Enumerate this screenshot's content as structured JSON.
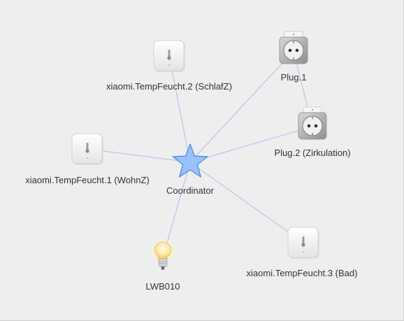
{
  "network": {
    "colors": {
      "background": "#eeeeee",
      "edge": "#b7b9ef",
      "coordinator_fill": "#97c2fc",
      "coordinator_stroke": "#2b7ce9",
      "label": "#333333"
    },
    "nodes": [
      {
        "id": "coordinator",
        "label": "Coordinator",
        "icon": "coordinator-star-icon"
      },
      {
        "id": "temp2",
        "label": "xiaomi.TempFeucht.2 (SchlafZ)",
        "icon": "temperature-sensor-icon"
      },
      {
        "id": "plug1",
        "label": "Plug.1",
        "icon": "smart-plug-icon"
      },
      {
        "id": "plug2",
        "label": "Plug.2 (Zirkulation)",
        "icon": "smart-plug-icon"
      },
      {
        "id": "temp1",
        "label": "xiaomi.TempFeucht.1 (WohnZ)",
        "icon": "temperature-sensor-icon"
      },
      {
        "id": "lwb",
        "label": "LWB010",
        "icon": "light-bulb-icon"
      },
      {
        "id": "temp3",
        "label": "xiaomi.TempFeucht.3 (Bad)",
        "icon": "temperature-sensor-icon"
      }
    ],
    "edges": [
      {
        "from": "coordinator",
        "to": "temp2"
      },
      {
        "from": "coordinator",
        "to": "plug1"
      },
      {
        "from": "coordinator",
        "to": "plug2"
      },
      {
        "from": "coordinator",
        "to": "temp1"
      },
      {
        "from": "coordinator",
        "to": "lwb"
      },
      {
        "from": "coordinator",
        "to": "temp3"
      },
      {
        "from": "plug1",
        "to": "plug2"
      }
    ]
  }
}
